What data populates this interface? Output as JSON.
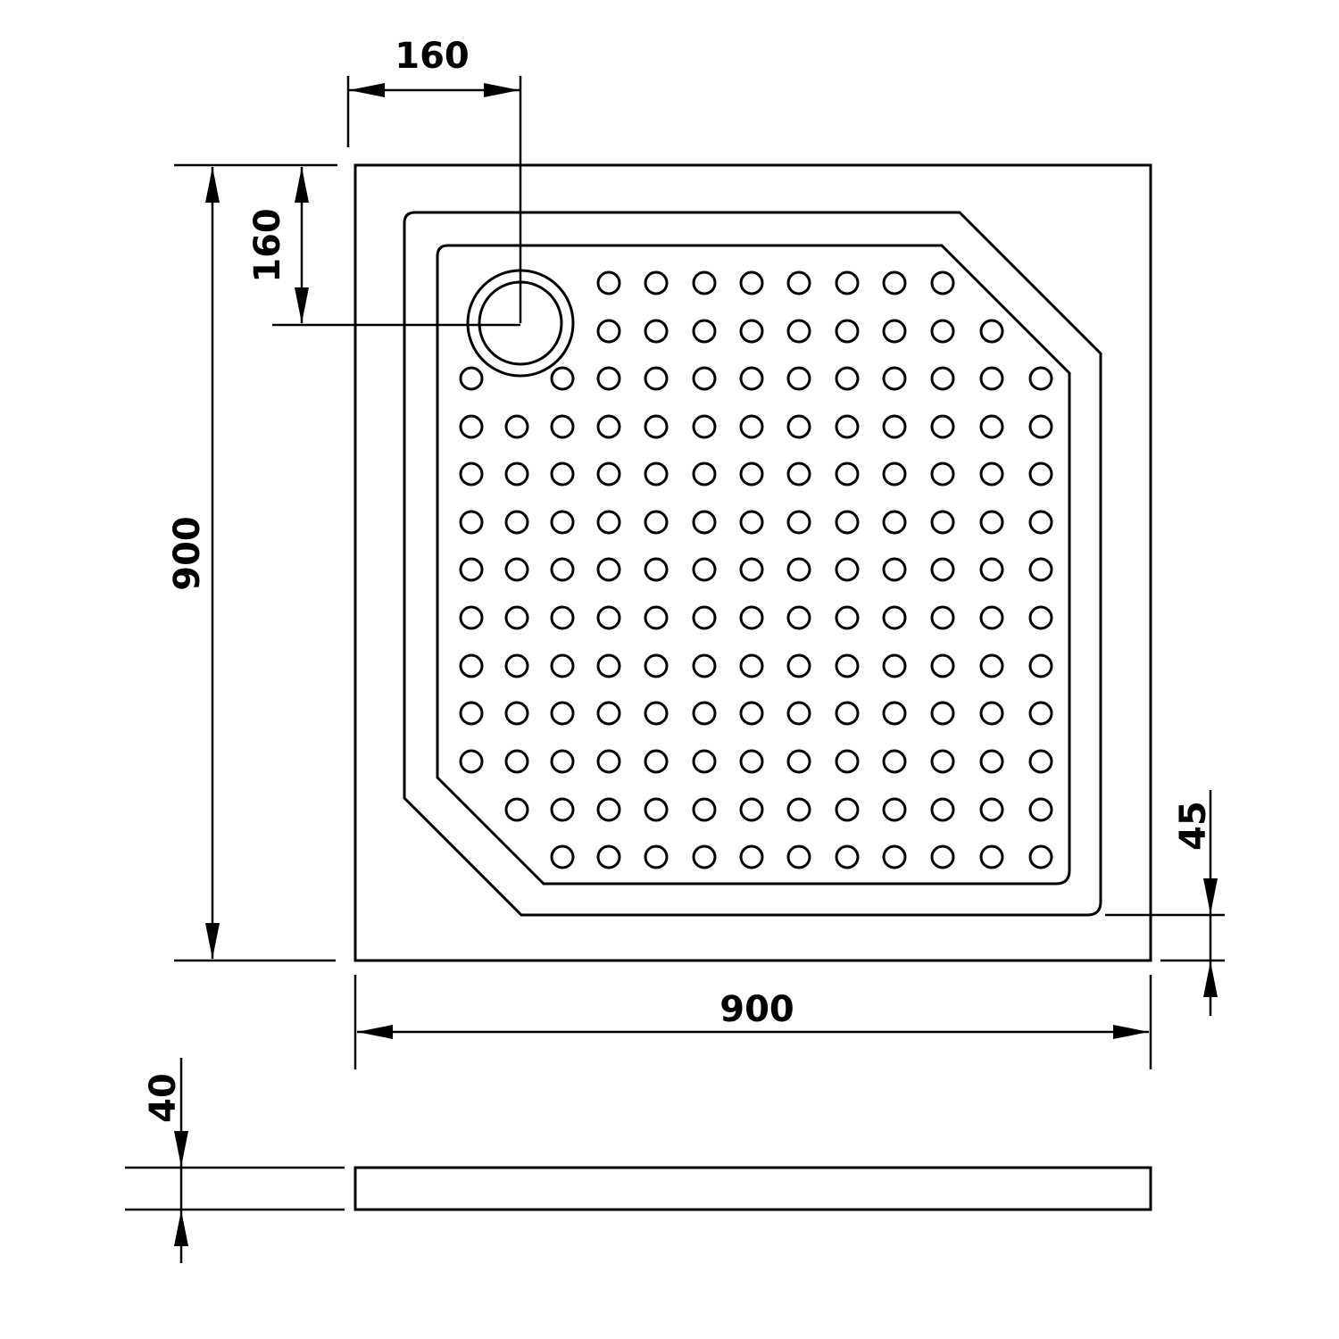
{
  "drawing": {
    "title": "Shower tray technical drawing",
    "dimensions": {
      "drain_offset_x": "160",
      "drain_offset_y": "160",
      "height_total": "900",
      "width_total": "900",
      "rim_width": "45",
      "tray_thickness": "40"
    },
    "colors": {
      "line": "#000000",
      "background": "#ffffff"
    }
  }
}
